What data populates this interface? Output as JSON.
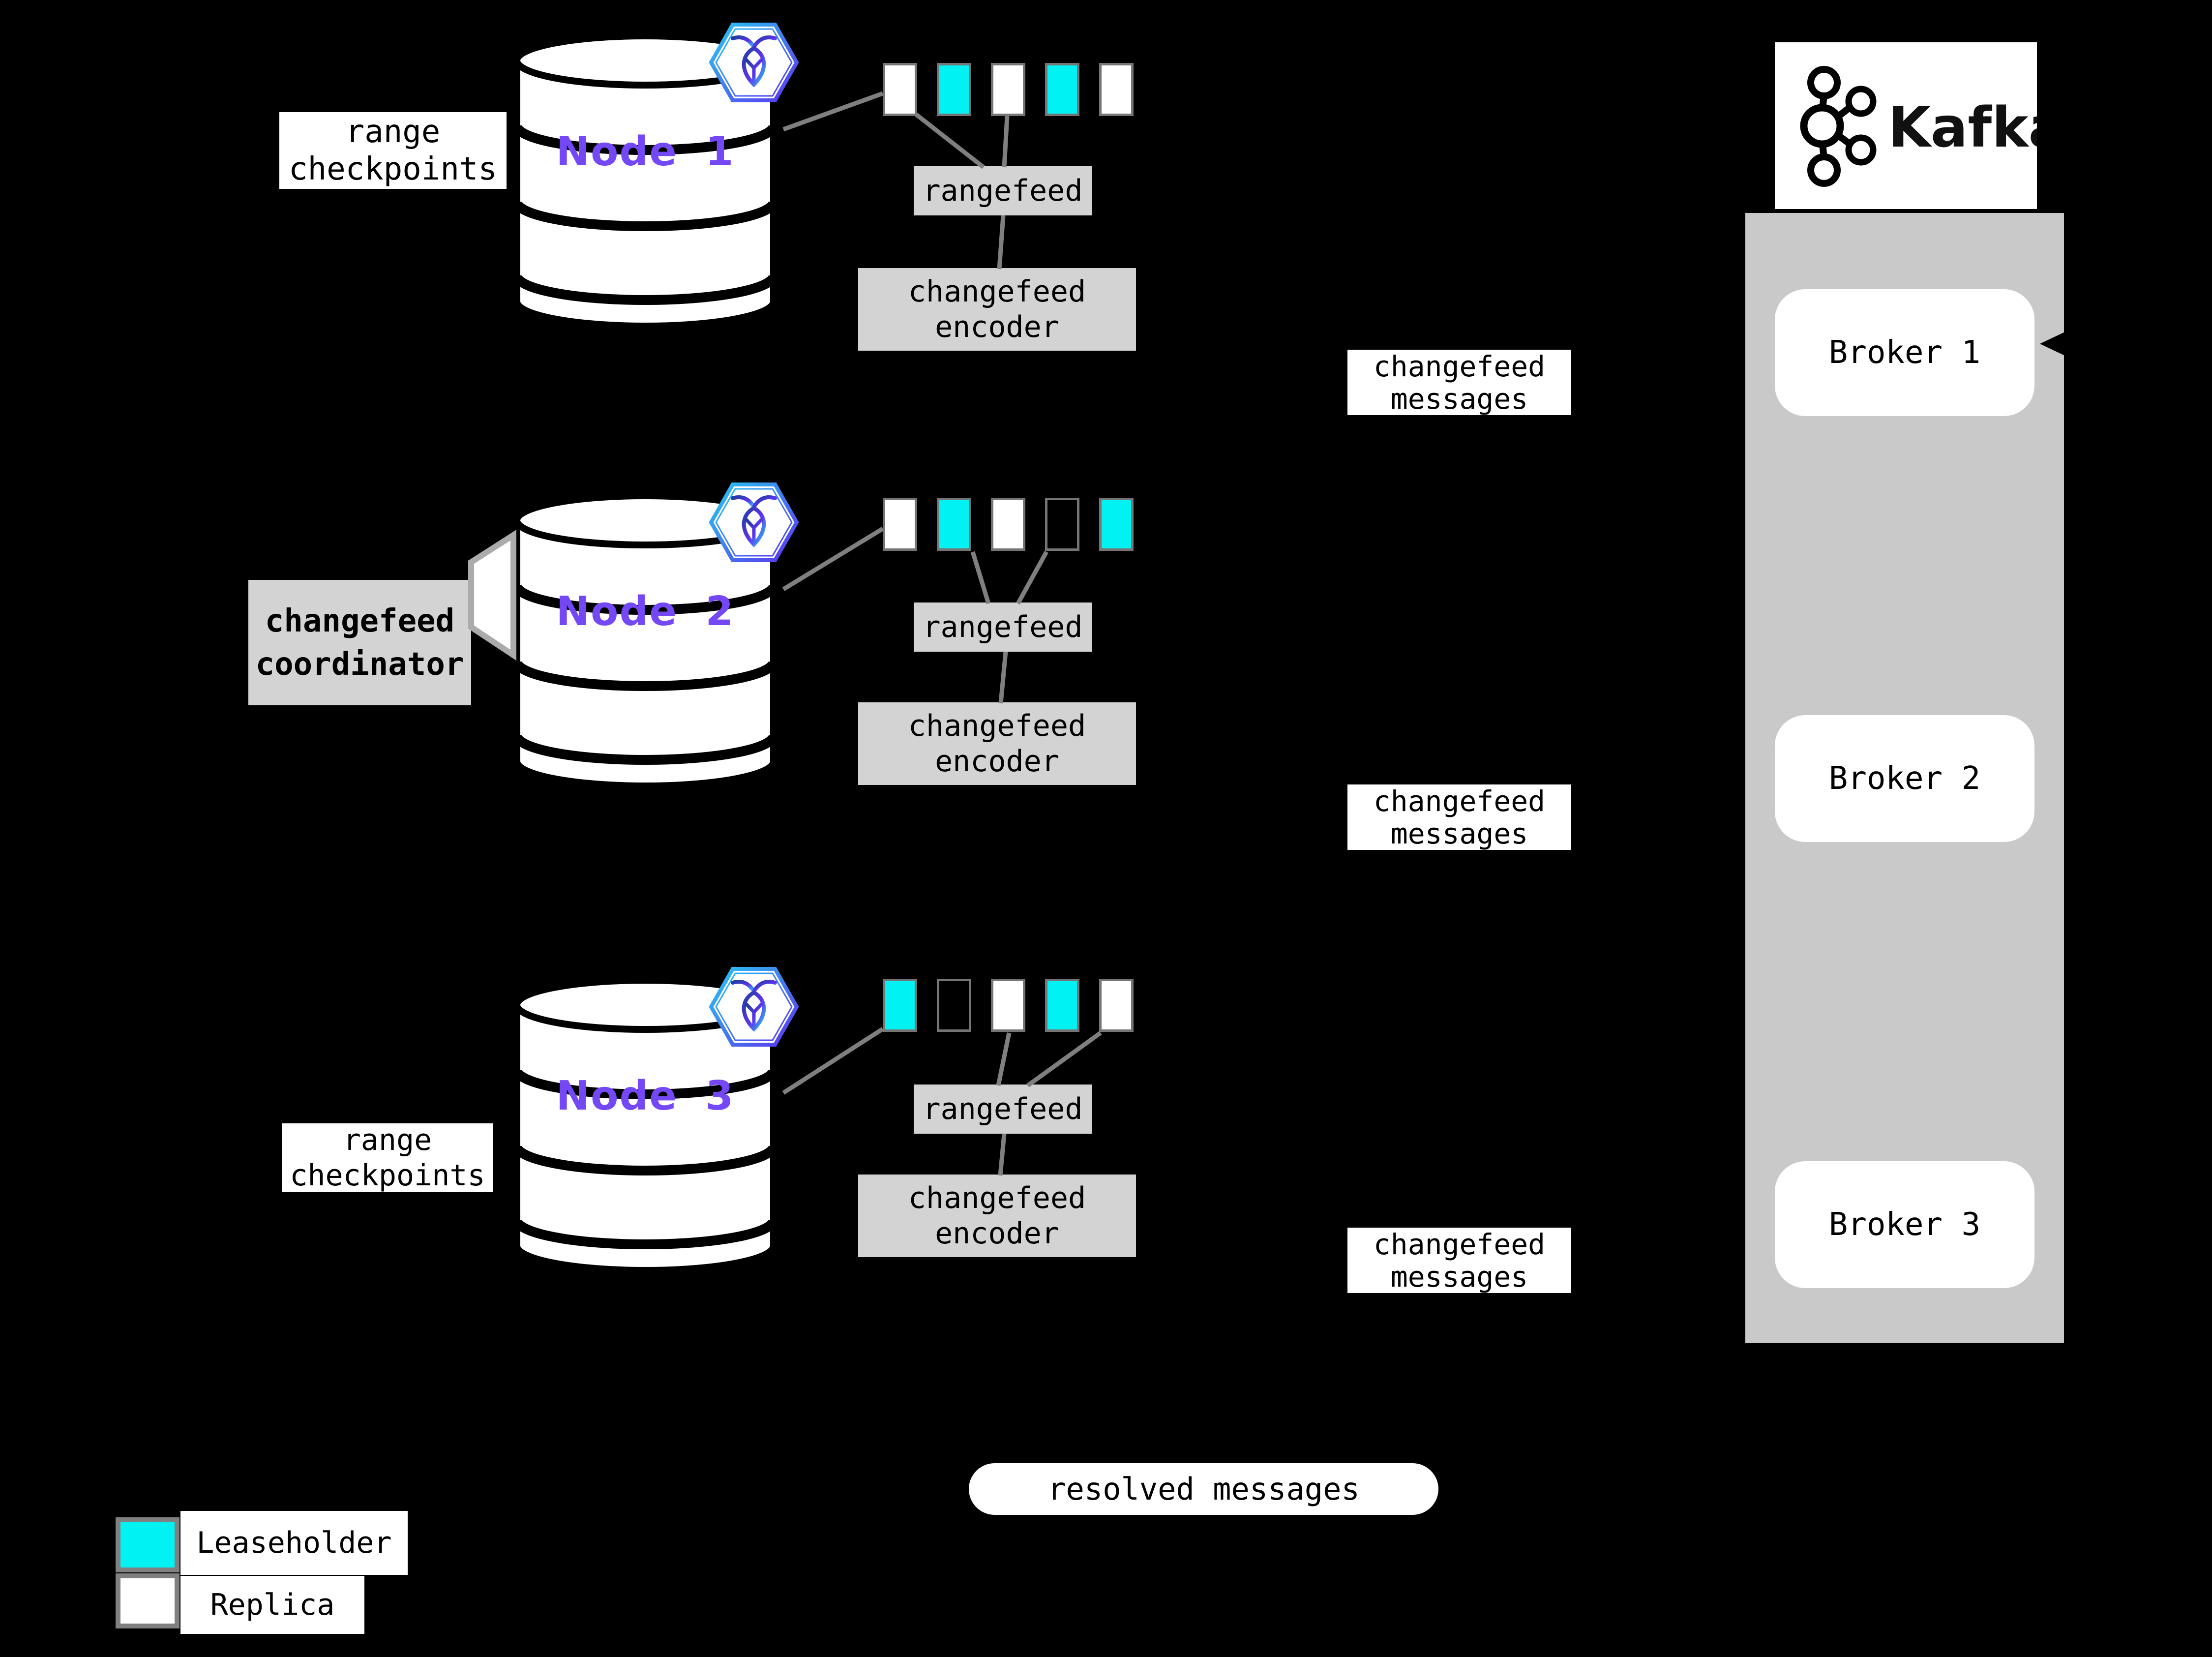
{
  "diagram": "CockroachDB changefeed to Kafka architecture",
  "colors": {
    "background": "#000000",
    "leaseholder": "#00f2f2",
    "replica": "#ffffff",
    "empty_range": "#000000",
    "node_label": "#7448f5",
    "box_gray": "#d3d3d3",
    "kafka_container_gray": "#c9c9c9",
    "connector_gray": "#7f7f7f",
    "crdb_gradient_start": "#27c8f2",
    "crdb_gradient_end": "#5d33f0"
  },
  "nodes": [
    {
      "label": "Node 1",
      "ranges": [
        "replica",
        "leaseholder",
        "replica",
        "leaseholder",
        "replica"
      ],
      "rangefeed": "rangefeed",
      "encoder_line1": "changefeed",
      "encoder_line2": "encoder"
    },
    {
      "label": "Node 2",
      "ranges": [
        "replica",
        "leaseholder",
        "replica",
        "empty",
        "leaseholder"
      ],
      "rangefeed": "rangefeed",
      "encoder_line1": "changefeed",
      "encoder_line2": "encoder"
    },
    {
      "label": "Node 3",
      "ranges": [
        "leaseholder",
        "empty",
        "replica",
        "leaseholder",
        "replica"
      ],
      "rangefeed": "rangefeed",
      "encoder_line1": "changefeed",
      "encoder_line2": "encoder"
    }
  ],
  "labels": {
    "range_checkpoints_top": {
      "line1": "range",
      "line2": "checkpoints"
    },
    "range_checkpoints_bottom": {
      "line1": "range",
      "line2": "checkpoints"
    },
    "coordinator": {
      "line1": "changefeed",
      "line2": "coordinator"
    }
  },
  "messages": [
    {
      "line1": "changefeed",
      "line2": "messages"
    },
    {
      "line1": "changefeed",
      "line2": "messages"
    },
    {
      "line1": "changefeed",
      "line2": "messages"
    }
  ],
  "kafka": {
    "wordmark": "Kafka",
    "brokers": [
      "Broker 1",
      "Broker 2",
      "Broker 3"
    ]
  },
  "resolved_label": "resolved messages",
  "legend": {
    "items": [
      {
        "kind": "leaseholder",
        "label": "Leaseholder"
      },
      {
        "kind": "replica",
        "label": "Replica"
      }
    ]
  }
}
